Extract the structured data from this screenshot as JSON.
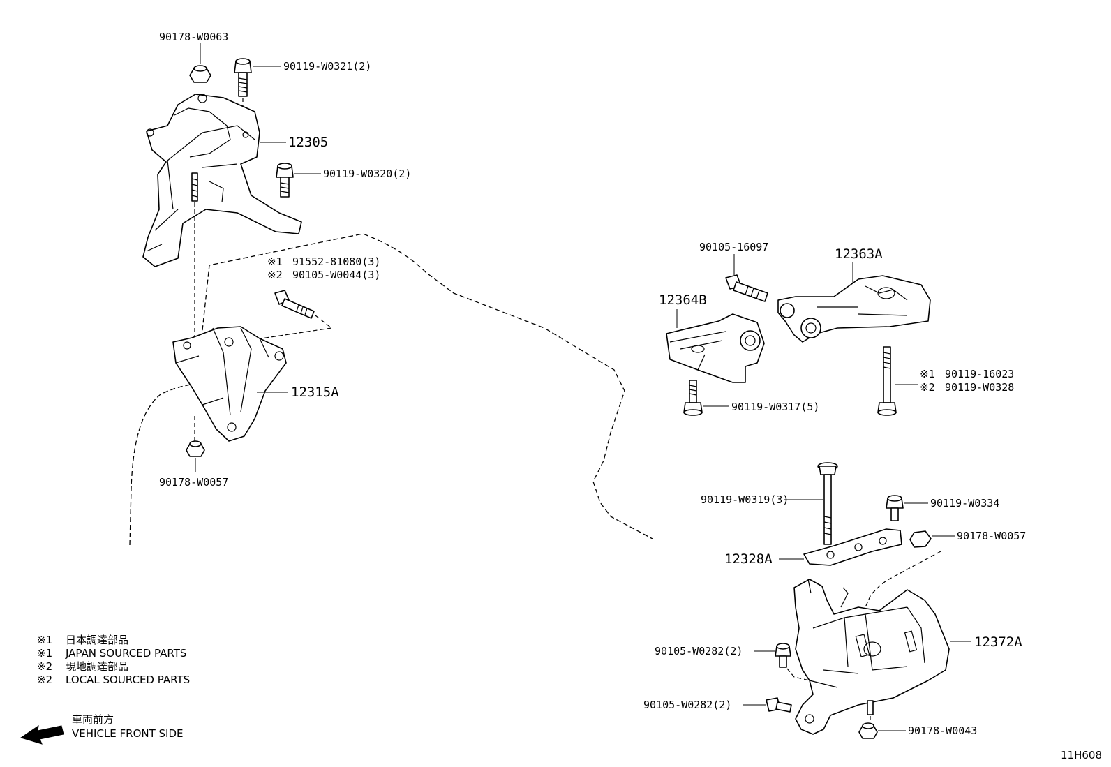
{
  "callouts": {
    "nut_top": "90178-W0063",
    "bolt_top": "90119-W0321(2)",
    "mount_12305": "12305",
    "bolt_mid": "90119-W0320(2)",
    "note_91552_marker": "※1",
    "note_91552": "91552-81080(3)",
    "note_90105_marker": "※2",
    "note_90105": "90105-W0044(3)",
    "bracket_12315A": "12315A",
    "nut_bottom_left": "90178-W0057",
    "bolt_16097": "90105-16097",
    "rod_12363A": "12363A",
    "bracket_12364B": "12364B",
    "bolt_w0317": "90119-W0317(5)",
    "bolt_16023_marker": "※1",
    "bolt_16023": "90119-16023",
    "bolt_w0328_marker": "※2",
    "bolt_w0328": "90119-W0328",
    "bolt_w0319": "90119-W0319(3)",
    "bolt_w0334": "90119-W0334",
    "nut_w0057_right": "90178-W0057",
    "plate_12328A": "12328A",
    "mount_12372A": "12372A",
    "bolt_w0282_a": "90105-W0282(2)",
    "bolt_w0282_b": "90105-W0282(2)",
    "nut_w0043": "90178-W0043"
  },
  "legend": {
    "line1_marker": "※1",
    "line1_text": "日本調達部品",
    "line2_marker": "※1",
    "line2_text": "JAPAN SOURCED PARTS",
    "line3_marker": "※2",
    "line3_text": "現地調達部品",
    "line4_marker": "※2",
    "line4_text": "LOCAL SOURCED PARTS"
  },
  "direction": {
    "label_jp": "車両前方",
    "label_en": "VEHICLE FRONT SIDE",
    "icon": "arrow-left-icon"
  },
  "drawing_code": "11H608"
}
